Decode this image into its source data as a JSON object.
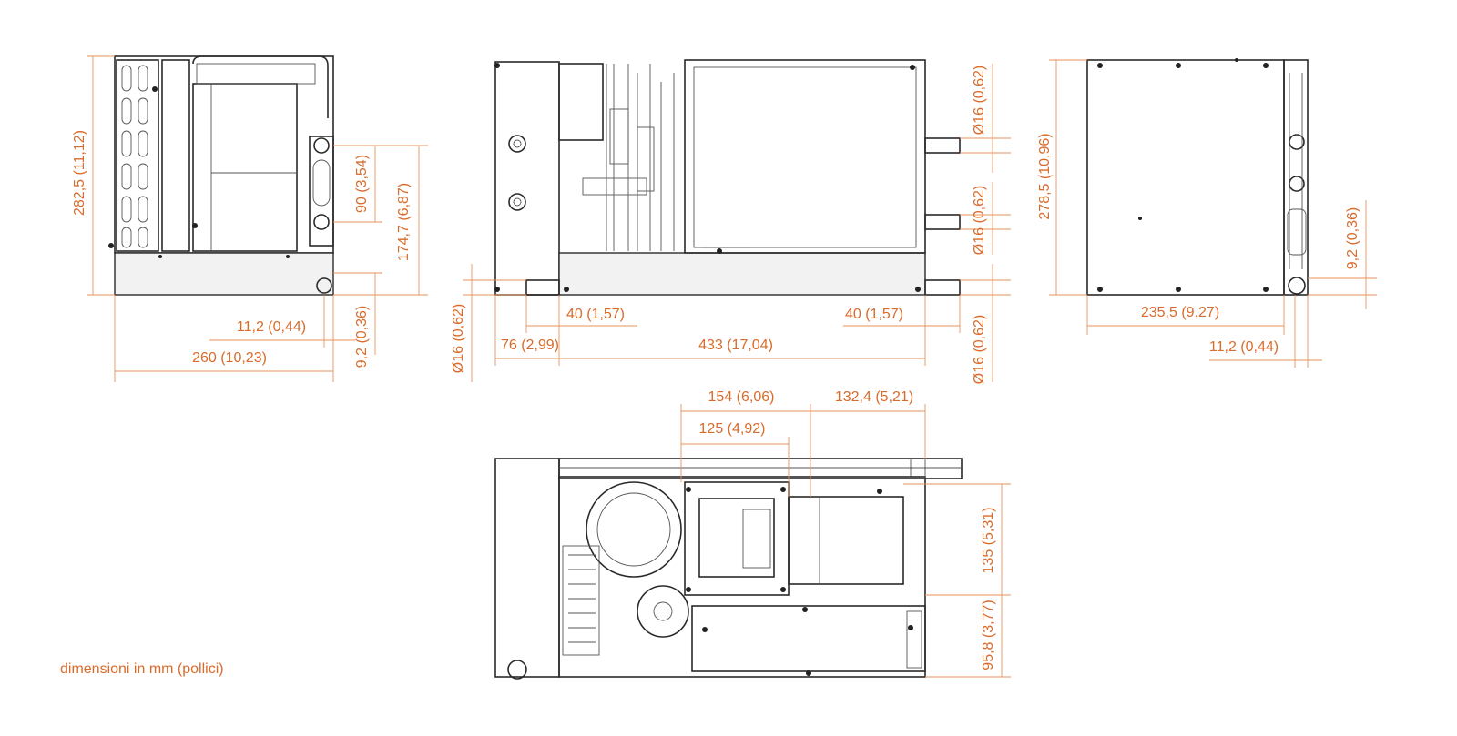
{
  "note": "dimensioni in mm (pollici)",
  "view_left": {
    "height": "282,5 (11,12)",
    "pipe_spacing": "90 (3,54)",
    "pipe_height": "174,7 (6,87)",
    "offset": "11,2 (0,44)",
    "bottom": "9,2 (0,36)",
    "width": "260 (10,23)"
  },
  "view_center": {
    "pipe_top": "Ø16 (0,62)",
    "pipe_mid": "Ø16 (0,62)",
    "pipe_left": "Ø16 (0,62)",
    "pipe_right": "Ø16 (0,62)",
    "margin_left": "40 (1,57)",
    "margin_right": "40 (1,57)",
    "box_width": "76 (2,99)",
    "length": "433 (17,04)"
  },
  "view_right": {
    "height": "278,5 (10,96)",
    "bottom": "9,2 (0,36)",
    "width": "235,5 (9,27)",
    "offset": "11,2 (0,44)"
  },
  "view_bottom": {
    "d154": "154 (6,06)",
    "d132": "132,4 (5,21)",
    "d125": "125 (4,92)",
    "d135": "135 (5,31)",
    "d95": "95,8 (3,77)"
  }
}
